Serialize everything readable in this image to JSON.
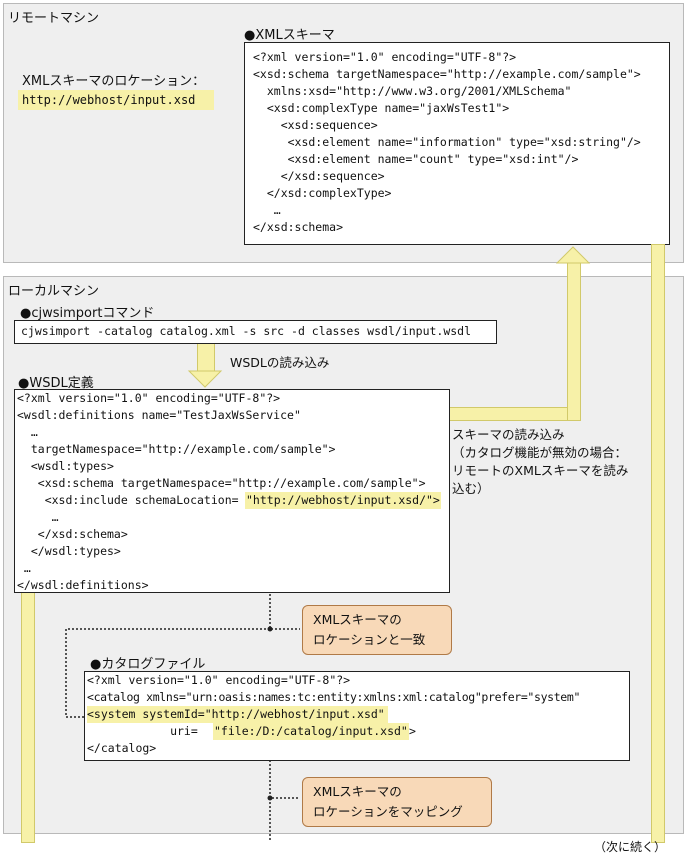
{
  "remote": {
    "title": "リモートマシン",
    "location_label": "XMLスキーマのロケーション：",
    "location_value": "http://webhost/input.xsd",
    "schema_heading": "●XMLスキーマ",
    "schema_lines": [
      "<?xml version=\"1.0\" encoding=\"UTF-8\"?>",
      "<xsd:schema targetNamespace=\"http://example.com/sample\">",
      "  xmlns:xsd=\"http://www.w3.org/2001/XMLSchema\"",
      "  <xsd:complexType name=\"jaxWsTest1\">",
      "    <xsd:sequence>",
      "     <xsd:element name=\"information\" type=\"xsd:string\"/>",
      "     <xsd:element name=\"count\" type=\"xsd:int\"/>",
      "    </xsd:sequence>",
      "  </xsd:complexType>",
      "   …",
      "</xsd:schema>"
    ]
  },
  "local": {
    "title": "ローカルマシン",
    "command_heading": "●cjwsimportコマンド",
    "command": "cjwsimport -catalog catalog.xml -s src -d classes wsdl/input.wsdl",
    "wsdl_read": "WSDLの読み込み",
    "wsdl_heading": "●WSDL定義",
    "wsdl_lines": [
      "<?xml version=\"1.0\" encoding=\"UTF-8\"?>",
      "<wsdl:definitions name=\"TestJaxWsService\"",
      "  …",
      "  targetNamespace=\"http://example.com/sample\">",
      "  <wsdl:types>",
      "   <xsd:schema targetNamespace=\"http://example.com/sample\">",
      "    <xsd:include schemaLocation=",
      "     …",
      "   </xsd:schema>",
      "  </wsdl:types>",
      " …",
      "</wsdl:definitions>"
    ],
    "wsdl_include_value": "\"http://webhost/input.xsd/\">",
    "schema_read": "スキーマの読み込み",
    "schema_read_note": [
      "（カタログ機能が無効の場合：",
      "リモートのXMLスキーマを読み",
      "込む）"
    ],
    "callout_match": [
      "XMLスキーマの",
      "ロケーションと一致"
    ],
    "catalog_heading": "●カタログファイル",
    "catalog_lines": [
      "<?xml version=\"1.0\" encoding=\"UTF-8\"?>",
      "<catalog xmlns=\"urn:oasis:names:tc:entity:xmlns:xml:catalog\"prefer=\"system\"",
      "<system systemId=\"http://webhost/input.xsd\"",
      "            uri=",
      "</catalog>"
    ],
    "catalog_uri_value": "\"file:/D:/catalog/input.xsd\"",
    "catalog_uri_tail": ">",
    "callout_mapping": [
      "XMLスキーマの",
      "ロケーションをマッピング"
    ]
  },
  "continued": "（次に続く）",
  "colors": {
    "highlight": "#f7f1a8",
    "callout": "#f8d9b8",
    "region": "#efefef"
  }
}
